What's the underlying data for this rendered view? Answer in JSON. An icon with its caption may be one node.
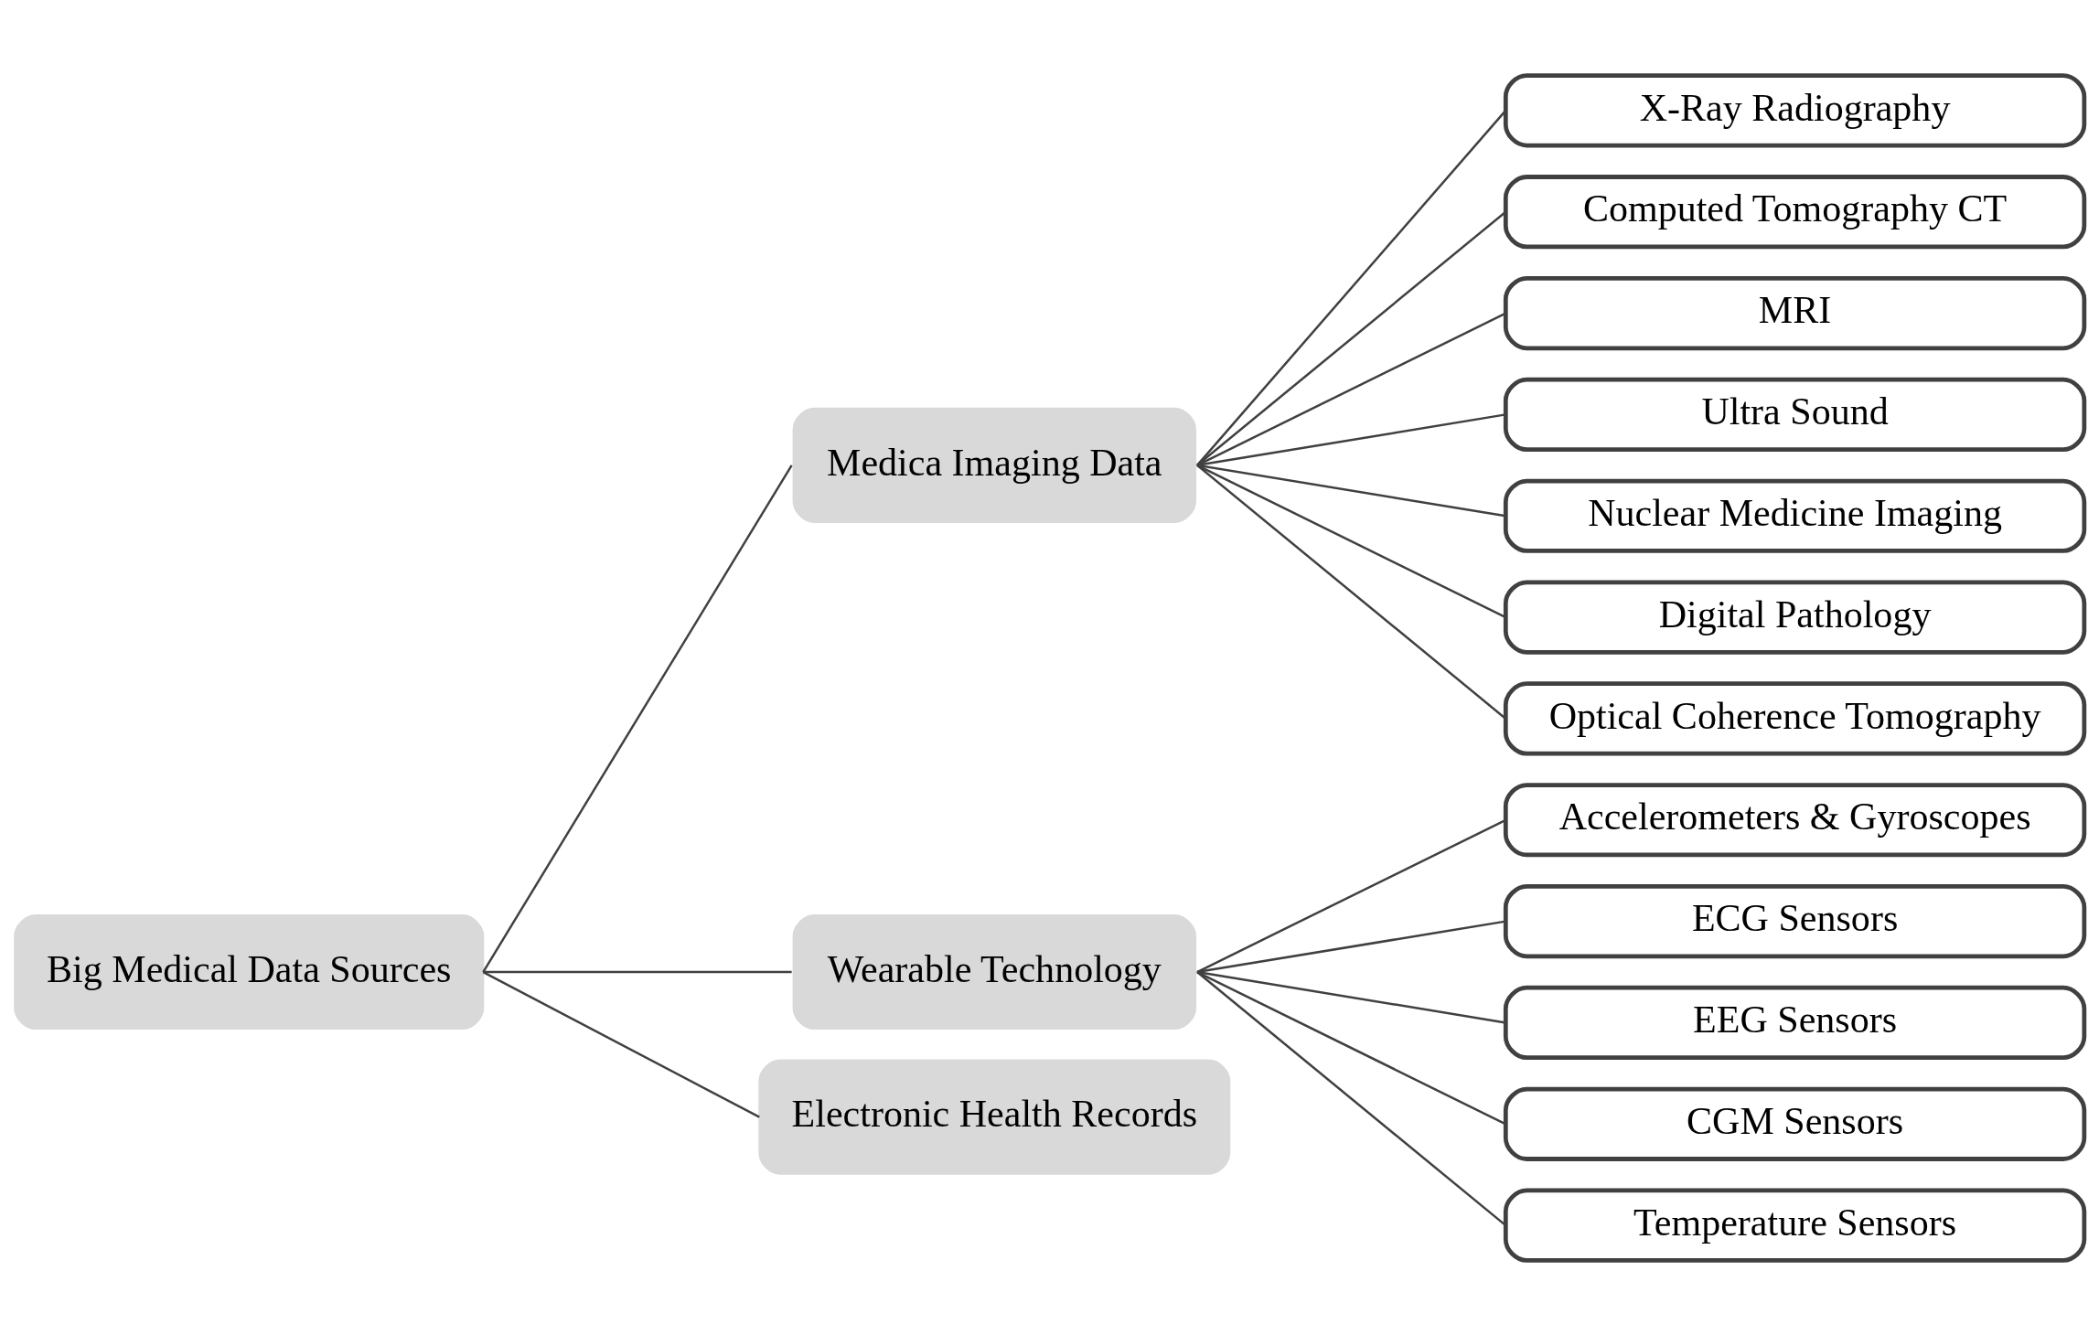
{
  "diagram": {
    "nodes": [
      {
        "text": [
          "Big Medical Data Sources"
        ]
      },
      {
        "text": [
          "Medica Imaging Data"
        ]
      },
      {
        "text": [
          "X-Ray Radiography"
        ]
      },
      {
        "text": [
          "Computed Tomography CT"
        ]
      },
      {
        "text": [
          "MRI"
        ]
      },
      {
        "text": [
          "Ultra Sound"
        ]
      },
      {
        "text": [
          "Nuclear Medicine Imaging"
        ]
      },
      {
        "text": [
          "Digital Pathology"
        ]
      },
      {
        "text": [
          "Optical Coherence Tomography"
        ]
      },
      {
        "text": [
          "Wearable Technology"
        ]
      },
      {
        "text": [
          "Accelerometers & Gyroscopes"
        ]
      },
      {
        "text": [
          "ECG Sensors"
        ]
      },
      {
        "text": [
          "EEG Sensors"
        ]
      },
      {
        "text": [
          "CGM Sensors"
        ]
      },
      {
        "text": [
          "Temperature Sensors"
        ]
      },
      {
        "text": [
          "Electronic Health Records"
        ]
      }
    ],
    "edges": [
      {
        "from": 0,
        "to": 1,
        "arrow": "none"
      },
      {
        "from": 0,
        "to": 9,
        "arrow": "none"
      },
      {
        "from": 0,
        "to": 15,
        "arrow": "none"
      },
      {
        "from": 1,
        "to": 2,
        "arrow": "none"
      },
      {
        "from": 1,
        "to": 3,
        "arrow": "none"
      },
      {
        "from": 1,
        "to": 4,
        "arrow": "none"
      },
      {
        "from": 1,
        "to": 5,
        "arrow": "none"
      },
      {
        "from": 1,
        "to": 6,
        "arrow": "none"
      },
      {
        "from": 1,
        "to": 7,
        "arrow": "none"
      },
      {
        "from": 1,
        "to": 8,
        "arrow": "none"
      },
      {
        "from": 9,
        "to": 10,
        "arrow": "none"
      },
      {
        "from": 9,
        "to": 11,
        "arrow": "none"
      },
      {
        "from": 9,
        "to": 12,
        "arrow": "none"
      },
      {
        "from": 9,
        "to": 13,
        "arrow": "none"
      },
      {
        "from": 9,
        "to": 14,
        "arrow": "none"
      }
    ]
  }
}
